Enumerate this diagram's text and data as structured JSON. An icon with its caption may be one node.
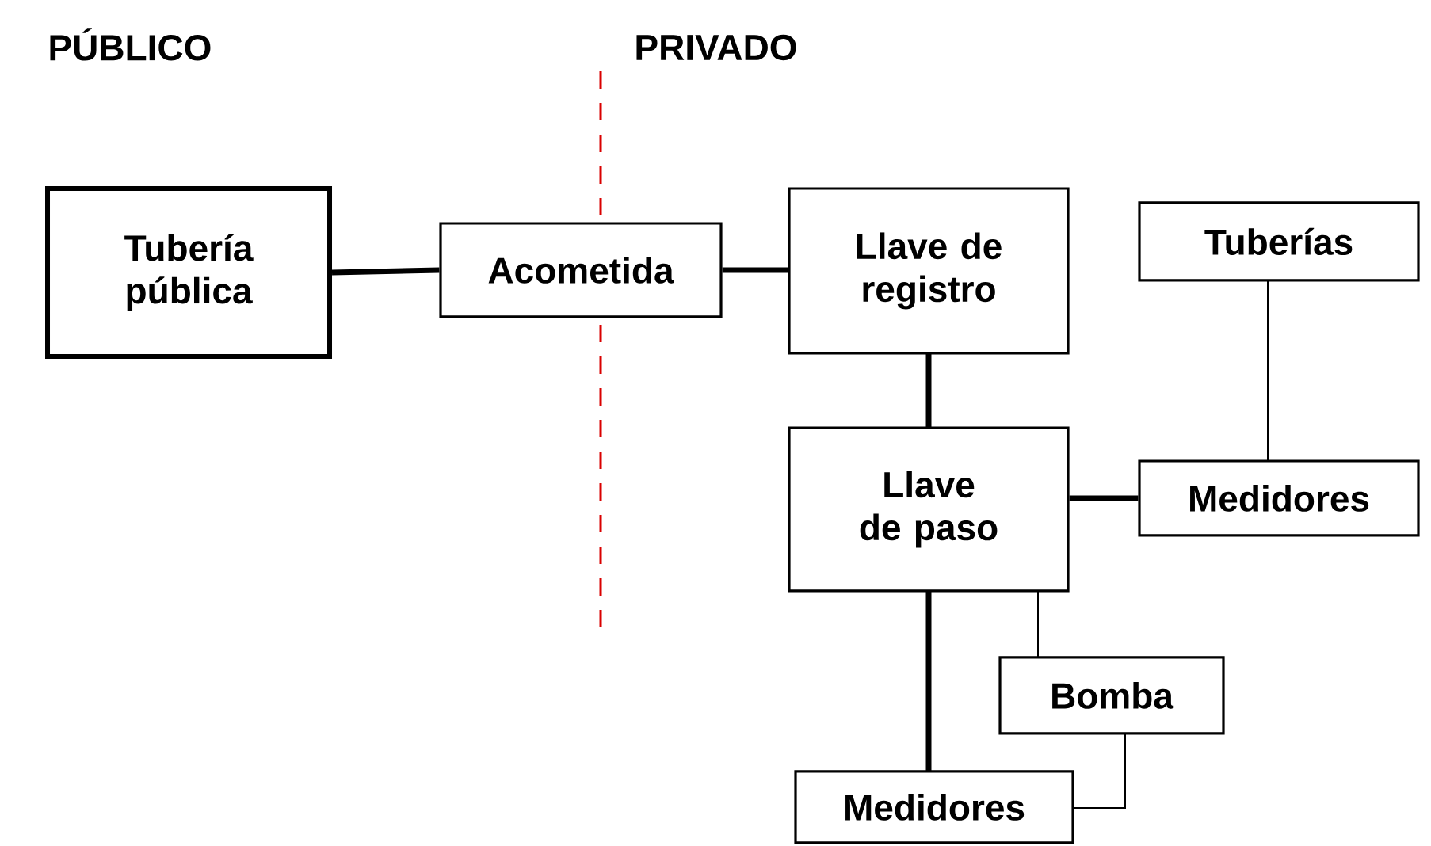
{
  "diagram": {
    "nodes": [
      {
        "text": [
          "Tubería pública"
        ]
      },
      {
        "text": [
          "Acometida"
        ]
      },
      {
        "text": [
          "Llave de registro"
        ]
      },
      {
        "text": [
          "Tuberías"
        ]
      },
      {
        "text": [
          "Llave de paso"
        ]
      },
      {
        "text": [
          "Medidores"
        ]
      },
      {
        "text": [
          "Bomba"
        ]
      },
      {
        "text": [
          "Medidores"
        ]
      }
    ],
    "edges": [
      {
        "from": 0,
        "to": 1,
        "arrow": "none"
      },
      {
        "from": 1,
        "to": 2,
        "arrow": "none"
      },
      {
        "from": 2,
        "to": 4,
        "arrow": "none"
      },
      {
        "from": 4,
        "to": 5,
        "arrow": "none"
      },
      {
        "from": 3,
        "to": 5,
        "arrow": "none"
      },
      {
        "from": 4,
        "to": 6,
        "arrow": "none"
      },
      {
        "from": 4,
        "to": 7,
        "arrow": "none"
      },
      {
        "from": 6,
        "to": 7,
        "arrow": "none"
      }
    ],
    "labels": [
      "PÚBLICO",
      "PRIVADO"
    ]
  }
}
